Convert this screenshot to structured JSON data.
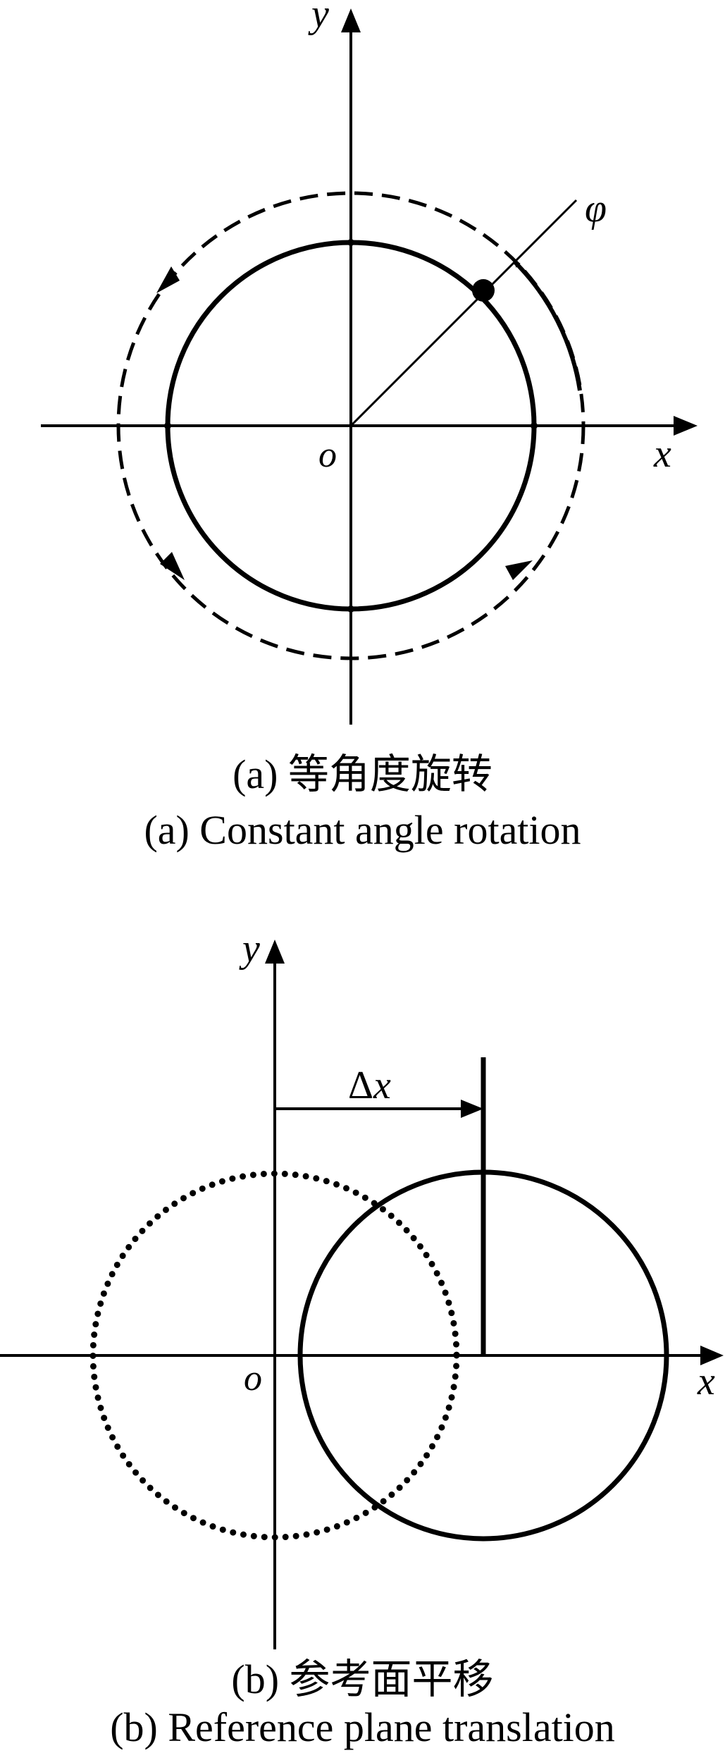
{
  "figure_a": {
    "labels": {
      "y_axis": "y",
      "x_axis": "x",
      "origin": "o",
      "angle": "φ"
    },
    "caption_cn": "(a) 等角度旋转",
    "caption_en": "(a) Constant angle rotation"
  },
  "figure_b": {
    "labels": {
      "y_axis": "y",
      "x_axis": "x",
      "origin": "o",
      "shift_delta": "Δ",
      "shift_var": "x"
    },
    "caption_cn": "(b) 参考面平移",
    "caption_en": "(b) Reference plane translation"
  }
}
